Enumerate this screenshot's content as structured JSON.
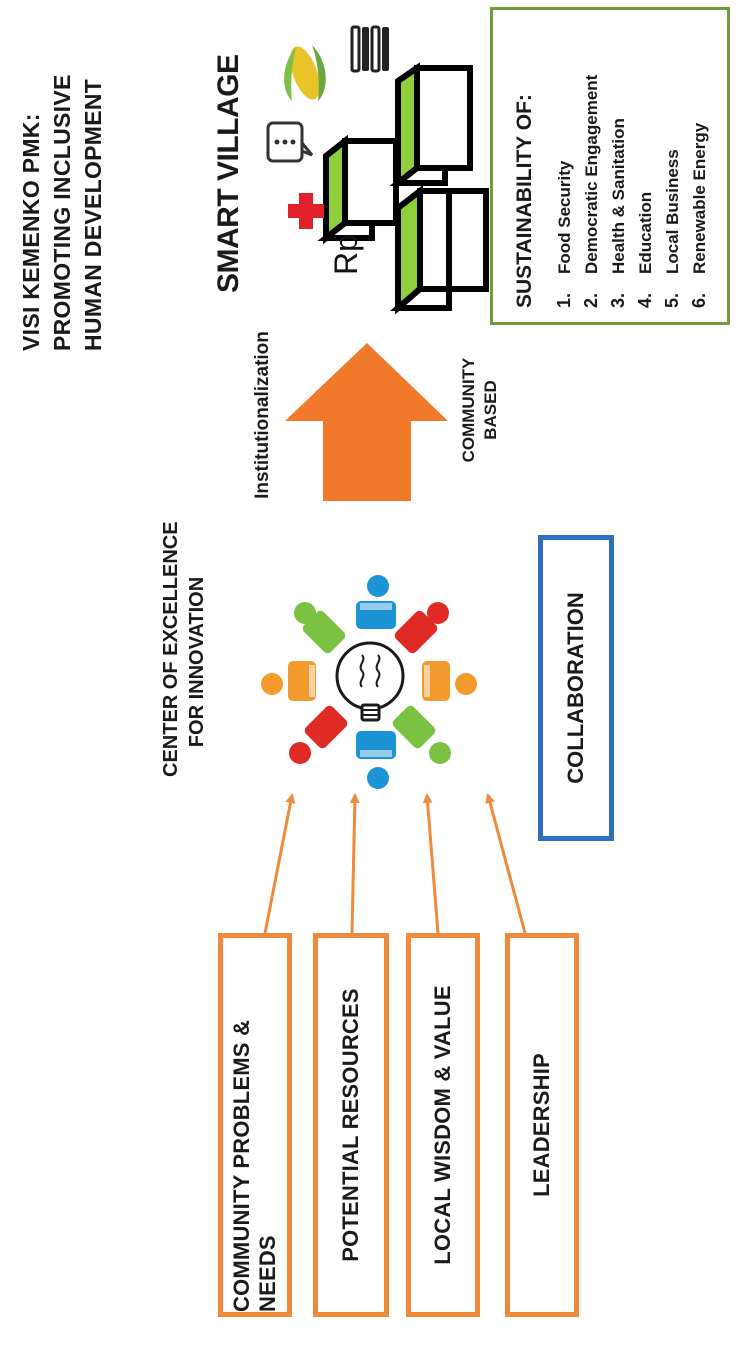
{
  "inputs": [
    {
      "label": "COMMUNITY PROBLEMS & NEEDS"
    },
    {
      "label": "POTENTIAL RESOURCES"
    },
    {
      "label": "LOCAL WISDOM & VALUE"
    },
    {
      "label": "LEADERSHIP"
    }
  ],
  "center": {
    "title_line1": "CENTER OF EXCELLENCE",
    "title_line2": "FOR INNOVATION",
    "collaboration": "COLLABORATION"
  },
  "transition": {
    "top_label": "Institutionalization",
    "bottom_line1": "COMMUNITY",
    "bottom_line2": "BASED"
  },
  "vision": {
    "line1": "VISI KEMENKO PMK:",
    "line2": "PROMOTING INCLUSIVE",
    "line3": "HUMAN DEVELOPMENT"
  },
  "smart_village": {
    "title": "SMART VILLAGE",
    "currency": "Rp",
    "icons": [
      "medical-cross-icon",
      "chat-bubble-icon",
      "corn-icon",
      "books-icon",
      "green-roof-house-icon"
    ]
  },
  "sustainability": {
    "title": "SUSTAINABILITY OF:",
    "items": [
      {
        "num": "1.",
        "text": "Food Security"
      },
      {
        "num": "2.",
        "text": "Democratic Engagement"
      },
      {
        "num": "3.",
        "text": "Health & Sanitation"
      },
      {
        "num": "4.",
        "text": "Education"
      },
      {
        "num": "5.",
        "text": "Local Business"
      },
      {
        "num": "6.",
        "text": "Renewable Energy"
      }
    ]
  },
  "colors": {
    "input_border": "#ee8a3a",
    "arrow": "#f07a2a",
    "collab_border": "#2e6fc0",
    "sustain_border": "#6f9b3a",
    "person_blue": "#1c93d4",
    "person_red": "#e02a26",
    "person_green": "#7cc242",
    "person_orange": "#f39a2d",
    "roof_green": "#8fcf3c"
  }
}
